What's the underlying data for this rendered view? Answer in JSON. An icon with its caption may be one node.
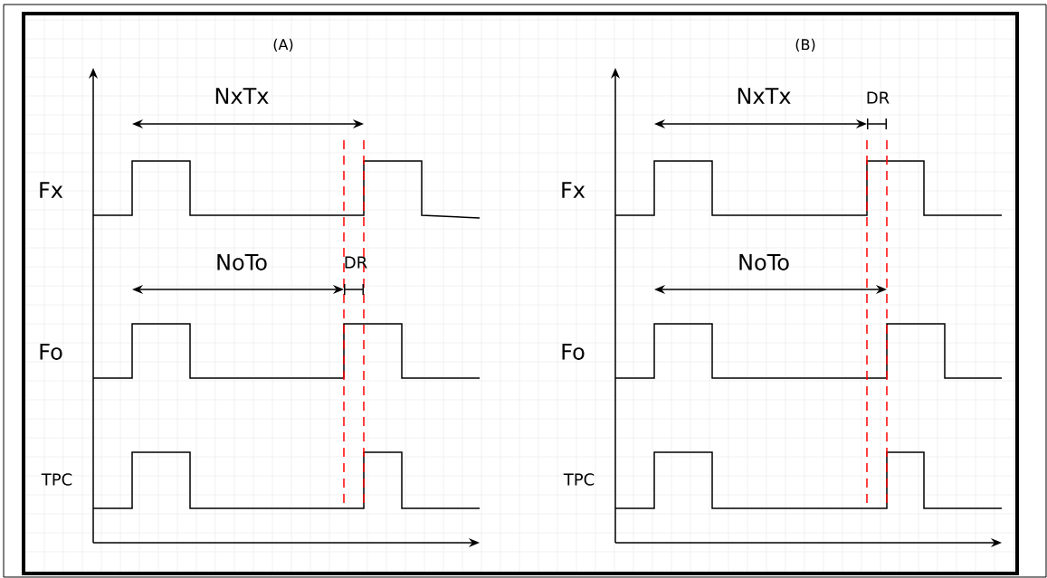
{
  "diagram": {
    "labels": [
      "(A)",
      "(B)",
      "NxTx",
      "NxTx",
      "DR",
      "Fx",
      "Fx",
      "NoTo",
      "DR",
      "NoTo",
      "Fo",
      "Fo",
      "TPC",
      "TPC"
    ]
  }
}
